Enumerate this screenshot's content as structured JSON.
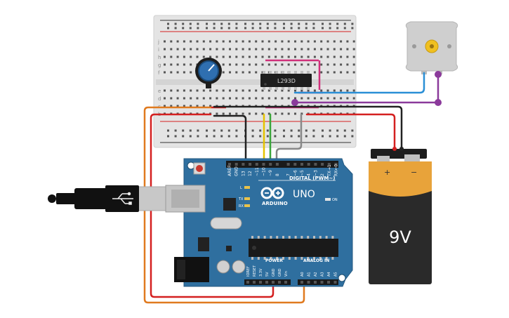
{
  "chip": {
    "label": "L293D"
  },
  "arduino": {
    "brand": "ARDUINO",
    "model": "UNO",
    "digital_label": "DIGITAL (PWM~)",
    "power_label": "POWER",
    "analog_label": "ANALOG IN",
    "on_label": "ON",
    "l_label": "L",
    "tx_label": "TX",
    "rx_label": "RX",
    "digital_pins": [
      "AREF",
      "GND",
      "13",
      "12",
      "~11",
      "~10",
      "~9",
      "8",
      "7",
      "~6",
      "~5",
      "4",
      "~3",
      "2",
      "TX→1",
      "RX←0"
    ],
    "power_pins": [
      "IOREF",
      "RESET",
      "3.3V",
      "5V",
      "GND",
      "GND",
      "Vin"
    ],
    "analog_pins": [
      "A0",
      "A1",
      "A2",
      "A3",
      "A4",
      "A5"
    ]
  },
  "battery": {
    "voltage": "9V",
    "plus": "+",
    "minus": "−"
  },
  "breadboard": {
    "row_letters_top": [
      "j",
      "i",
      "h",
      "g",
      "f"
    ],
    "row_letters_bottom": [
      "e",
      "d",
      "c",
      "b",
      "a"
    ]
  },
  "colors": {
    "board_blue": "#2f6f9f",
    "breadboard": "#e6e6e6",
    "wire_orange": "#e07a1f",
    "wire_red": "#d42020",
    "wire_black": "#222222",
    "wire_yellow": "#e5c300",
    "wire_green": "#3aa53a",
    "wire_gray": "#888888",
    "wire_blue": "#2a8fd6",
    "wire_purple": "#8b3a9b",
    "wire_magenta": "#d0307a",
    "battery_orange": "#e8a33a"
  }
}
